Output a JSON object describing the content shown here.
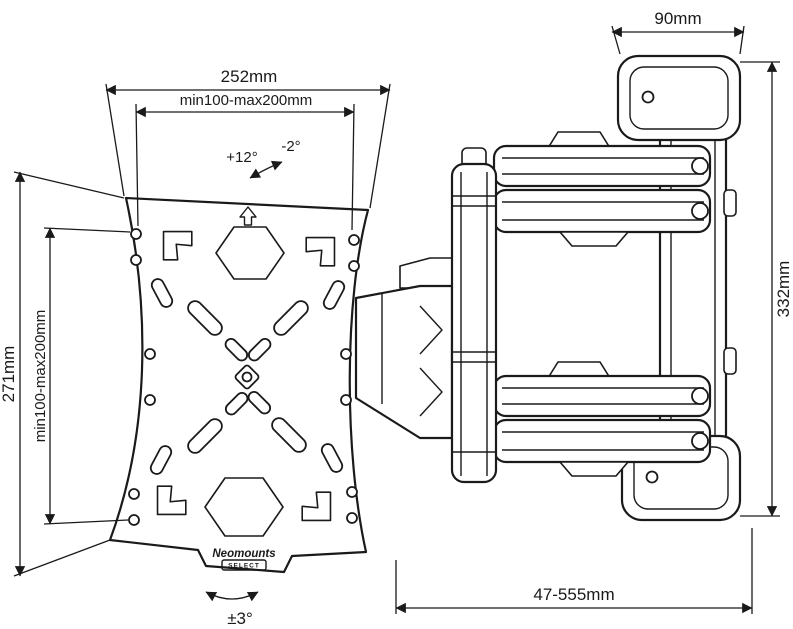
{
  "drawing": {
    "type": "technical-drawing",
    "subject": "full-motion TV wall mount with articulating arm and VESA plate",
    "line_color": "#1a1a1a",
    "background": "#ffffff"
  },
  "labels": {
    "plate_width": "252mm",
    "vesa_width": "min100-max200mm",
    "plate_height": "271mm",
    "vesa_height": "min100-max200mm",
    "wall_bracket_depth": "90mm",
    "wall_bracket_height": "332mm",
    "arm_extension": "47-555mm",
    "tilt_up": "+12°",
    "tilt_down": "-2°",
    "swivel": "±3°"
  },
  "logo": {
    "brand": "Neomounts",
    "series": "SELECT"
  }
}
